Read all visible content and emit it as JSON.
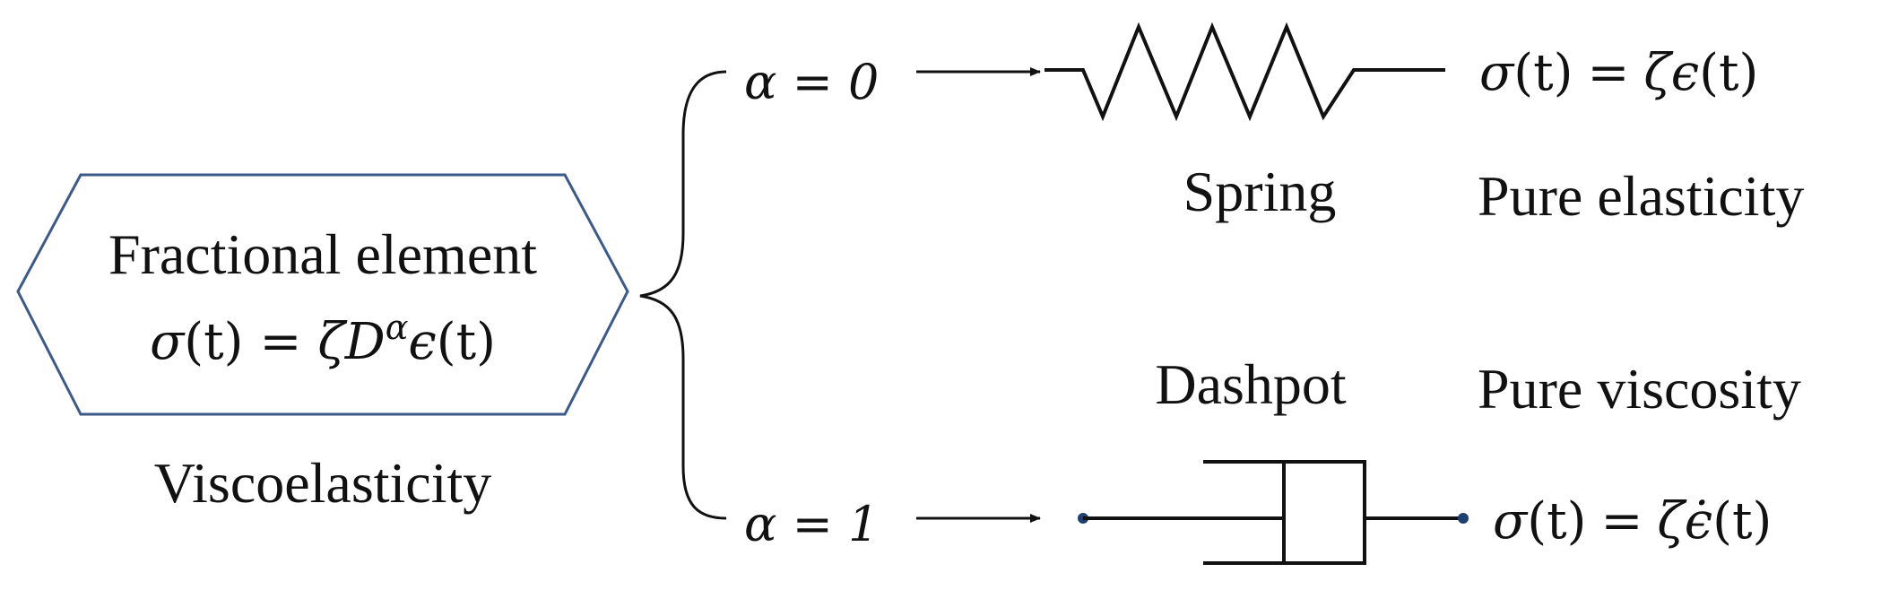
{
  "colors": {
    "ink": "#111111",
    "hexagon_stroke": "#3b5a88",
    "dot": "#1f3f73"
  },
  "hexagon": {
    "title": "Fractional  element",
    "equation": {
      "sigma": "σ",
      "lhs_arg": "(t)",
      "equals": "=",
      "zeta": "ζ",
      "D": "D",
      "alpha_sup": "α",
      "epsilon": "ϵ",
      "rhs_arg": "(t)"
    },
    "caption": "Viscoelasticity"
  },
  "top_branch": {
    "alpha_label": "α = 0",
    "element_label": "Spring",
    "behavior_label": "Pure elasticity",
    "equation": {
      "sigma": "σ",
      "lhs_arg": "(t)",
      "equals": "=",
      "zeta": "ζ",
      "epsilon": "ϵ",
      "rhs_arg": "(t)"
    }
  },
  "bottom_branch": {
    "alpha_label": "α = 1",
    "element_label": "Dashpot",
    "behavior_label": "Pure viscosity",
    "equation": {
      "sigma": "σ",
      "lhs_arg": "(t)",
      "equals": "=",
      "zeta": "ζ",
      "epsilon_dot": "ϵ̇",
      "rhs_arg": "(t)"
    }
  }
}
